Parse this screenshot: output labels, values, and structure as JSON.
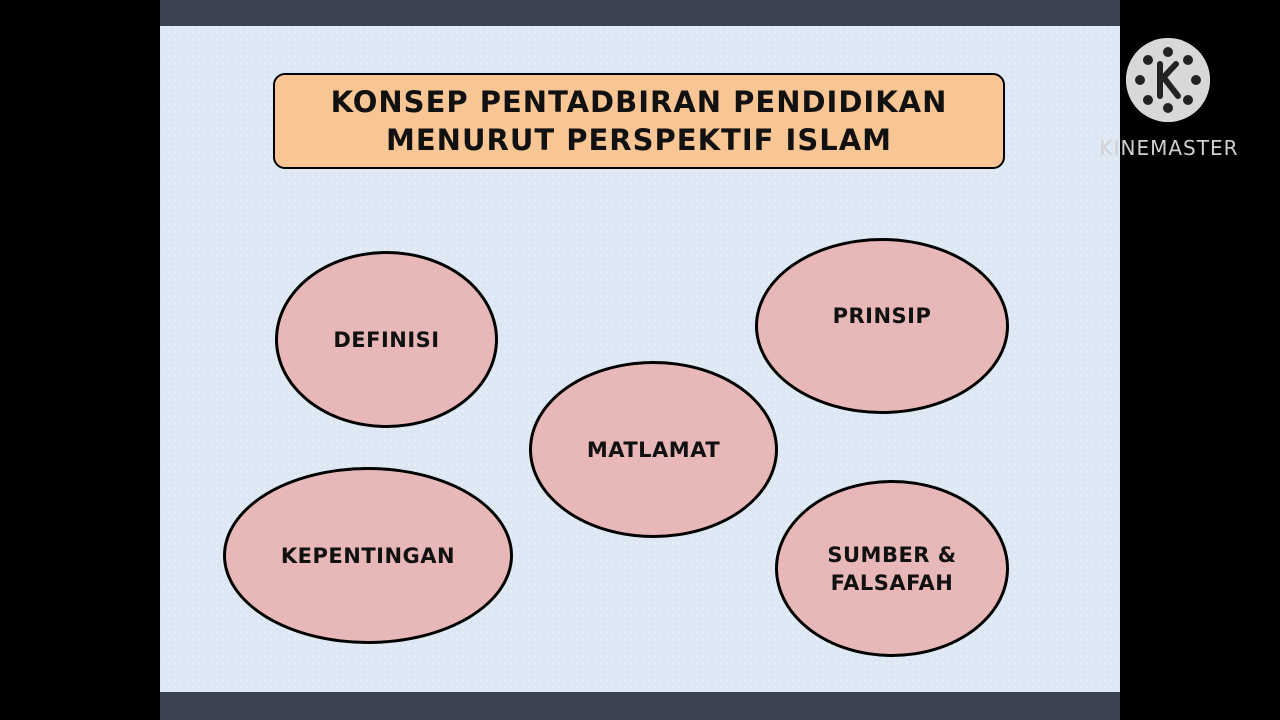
{
  "slide": {
    "title_line1": "KONSEP PENTADBIRAN PENDIDIKAN",
    "title_line2": "MENURUT PERSPEKTIF ISLAM",
    "bubbles": {
      "definisi": "DEFINISI",
      "prinsip": "PRINSIP",
      "matlamat": "MATLAMAT",
      "kepentingan": "KEPENTINGAN",
      "sumber_line1": "SUMBER &",
      "sumber_line2": "FALSAFAH"
    }
  },
  "watermark": {
    "text": "KINEMASTER",
    "icon": "kinemaster-logo-icon"
  },
  "colors": {
    "title_fill": "#f8c595",
    "bubble_fill": "#e8b8b9",
    "slide_bg": "#dde8f4",
    "bar": "#3b4350"
  }
}
